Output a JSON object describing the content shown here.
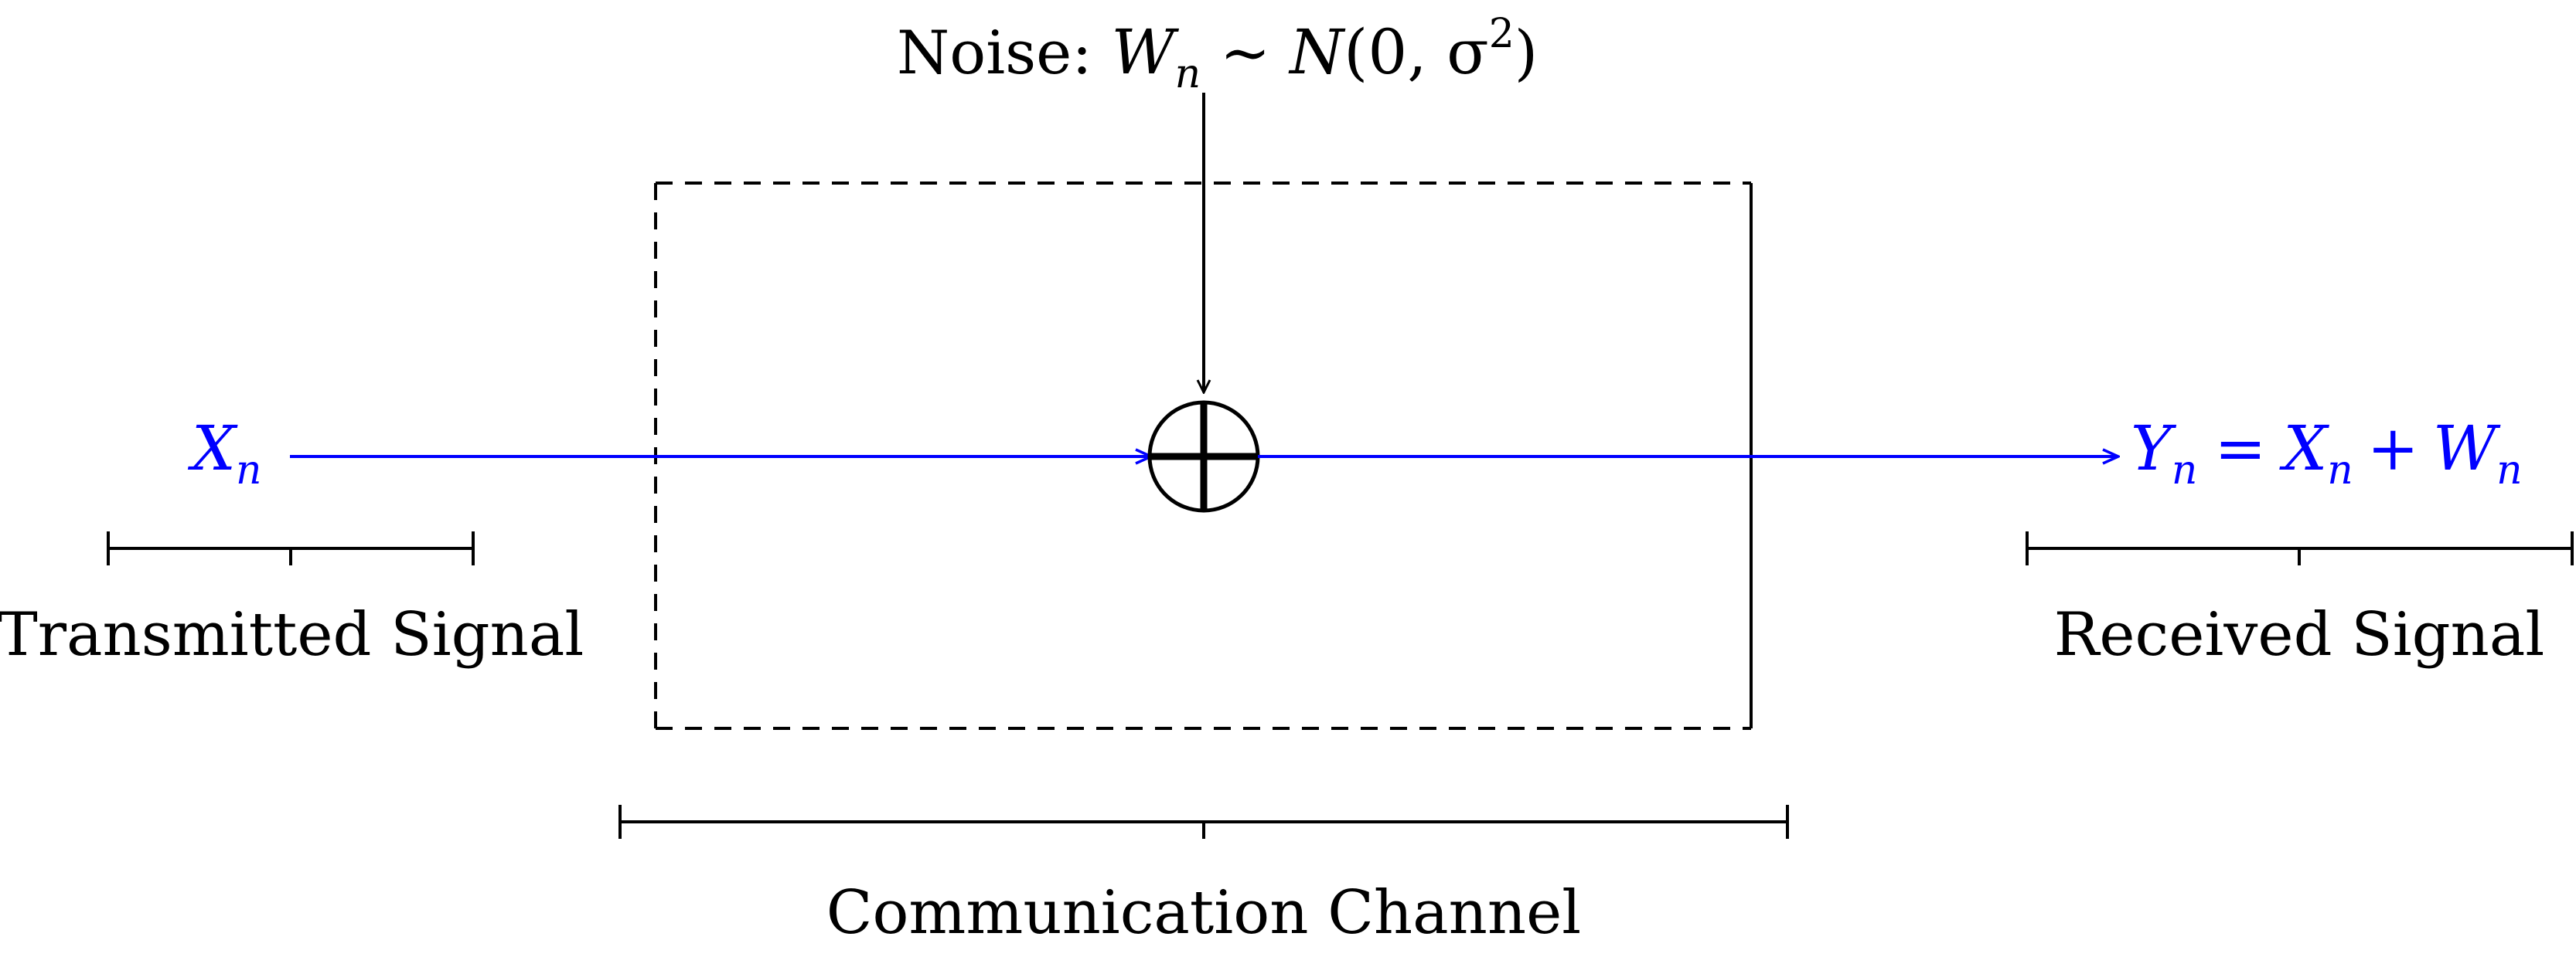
{
  "noise_label": {
    "prefix": "Noise:",
    "W": "W",
    "W_sub": "n",
    "tilde": "∼",
    "N": "N",
    "args": "(0, σ",
    "sup": "2",
    "close": ")"
  },
  "input_symbol": {
    "X": "X",
    "sub": "n"
  },
  "output_expression": {
    "Y": "Y",
    "Y_sub": "n",
    "eq": "=",
    "X": "X",
    "X_sub": "n",
    "plus": "+",
    "W": "W",
    "W_sub": "n"
  },
  "brace_labels": {
    "transmitted": "Transmitted Signal",
    "received": "Received Signal",
    "channel": "Communication Channel"
  },
  "colors": {
    "signal": "#0000ff",
    "stroke": "#000000"
  },
  "icons": {
    "adder": "circled-plus"
  }
}
